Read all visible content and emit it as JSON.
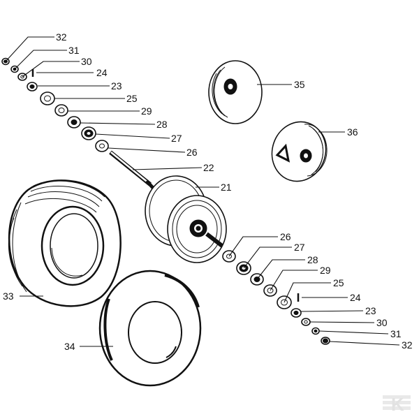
{
  "labels": {
    "l21": "21",
    "l22": "22",
    "l23a": "23",
    "l23b": "23",
    "l24a": "24",
    "l24b": "24",
    "l25a": "25",
    "l25b": "25",
    "l26a": "26",
    "l26b": "26",
    "l27a": "27",
    "l27b": "27",
    "l28a": "28",
    "l28b": "28",
    "l29a": "29",
    "l29b": "29",
    "l30a": "30",
    "l30b": "30",
    "l31a": "31",
    "l31b": "31",
    "l32a": "32",
    "l32b": "32",
    "l33": "33",
    "l34": "34",
    "l35": "35",
    "l36": "36"
  },
  "watermark": {
    "letter": "K"
  }
}
